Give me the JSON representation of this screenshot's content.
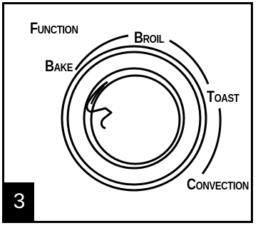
{
  "labels": {
    "function": {
      "initial": "F",
      "rest": "UNCTION"
    },
    "broil": {
      "initial": "B",
      "rest": "ROIL"
    },
    "bake": {
      "initial": "B",
      "rest": "AKE"
    },
    "toast": {
      "initial": "T",
      "rest": "OAST"
    },
    "convection": {
      "initial": "C",
      "rest": "ONVECTION"
    }
  },
  "step_number": "3",
  "icons": {
    "knob": "function-knob-icon",
    "arc": "setting-arc-icon"
  },
  "colors": {
    "ink": "#000000",
    "background": "#ffffff"
  }
}
